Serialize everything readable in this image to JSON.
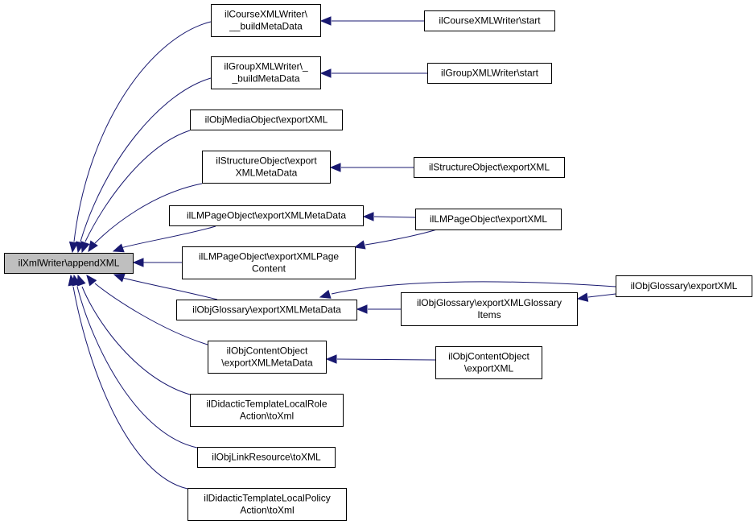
{
  "diagram": {
    "type": "caller-graph",
    "colors": {
      "edge": "#191970",
      "root_fill": "#bfbfbf",
      "node_fill": "#ffffff",
      "border": "#000000"
    },
    "nodes": [
      {
        "id": "root",
        "lines": [
          "ilXmlWriter\\appendXML"
        ],
        "root": true
      },
      {
        "id": "course_build",
        "lines": [
          "ilCourseXMLWriter\\",
          "__buildMetaData"
        ]
      },
      {
        "id": "course_start",
        "lines": [
          "ilCourseXMLWriter\\start"
        ]
      },
      {
        "id": "group_build",
        "lines": [
          "ilGroupXMLWriter\\_",
          "_buildMetaData"
        ]
      },
      {
        "id": "group_start",
        "lines": [
          "ilGroupXMLWriter\\start"
        ]
      },
      {
        "id": "media_export",
        "lines": [
          "ilObjMediaObject\\exportXML"
        ]
      },
      {
        "id": "struct_meta",
        "lines": [
          "ilStructureObject\\export",
          "XMLMetaData"
        ]
      },
      {
        "id": "struct_export",
        "lines": [
          "ilStructureObject\\exportXML"
        ]
      },
      {
        "id": "lmpage_meta",
        "lines": [
          "ilLMPageObject\\exportXMLMetaData"
        ]
      },
      {
        "id": "lmpage_export",
        "lines": [
          "ilLMPageObject\\exportXML"
        ]
      },
      {
        "id": "lmpage_content",
        "lines": [
          "ilLMPageObject\\exportXMLPage",
          "Content"
        ]
      },
      {
        "id": "gloss_export",
        "lines": [
          "ilObjGlossary\\exportXML"
        ]
      },
      {
        "id": "gloss_meta",
        "lines": [
          "ilObjGlossary\\exportXMLMetaData"
        ]
      },
      {
        "id": "gloss_items",
        "lines": [
          "ilObjGlossary\\exportXMLGlossary",
          "Items"
        ]
      },
      {
        "id": "content_meta",
        "lines": [
          "ilObjContentObject",
          "\\exportXMLMetaData"
        ]
      },
      {
        "id": "content_export",
        "lines": [
          "ilObjContentObject",
          "\\exportXML"
        ]
      },
      {
        "id": "didactic_role",
        "lines": [
          "ilDidacticTemplateLocalRole",
          "Action\\toXml"
        ]
      },
      {
        "id": "link_toxml",
        "lines": [
          "ilObjLinkResource\\toXML"
        ]
      },
      {
        "id": "didactic_policy",
        "lines": [
          "ilDidacticTemplateLocalPolicy",
          "Action\\toXml"
        ]
      }
    ],
    "edges": [
      {
        "from": "course_build",
        "to": "root"
      },
      {
        "from": "group_build",
        "to": "root"
      },
      {
        "from": "media_export",
        "to": "root"
      },
      {
        "from": "struct_meta",
        "to": "root"
      },
      {
        "from": "lmpage_meta",
        "to": "root"
      },
      {
        "from": "lmpage_content",
        "to": "root"
      },
      {
        "from": "gloss_meta",
        "to": "root"
      },
      {
        "from": "content_meta",
        "to": "root"
      },
      {
        "from": "didactic_role",
        "to": "root"
      },
      {
        "from": "link_toxml",
        "to": "root"
      },
      {
        "from": "didactic_policy",
        "to": "root"
      },
      {
        "from": "course_start",
        "to": "course_build"
      },
      {
        "from": "group_start",
        "to": "group_build"
      },
      {
        "from": "struct_export",
        "to": "struct_meta"
      },
      {
        "from": "lmpage_export",
        "to": "lmpage_meta"
      },
      {
        "from": "lmpage_export",
        "to": "lmpage_content"
      },
      {
        "from": "gloss_export",
        "to": "gloss_meta"
      },
      {
        "from": "gloss_export",
        "to": "gloss_items"
      },
      {
        "from": "gloss_items",
        "to": "gloss_meta"
      },
      {
        "from": "content_export",
        "to": "content_meta"
      }
    ]
  }
}
